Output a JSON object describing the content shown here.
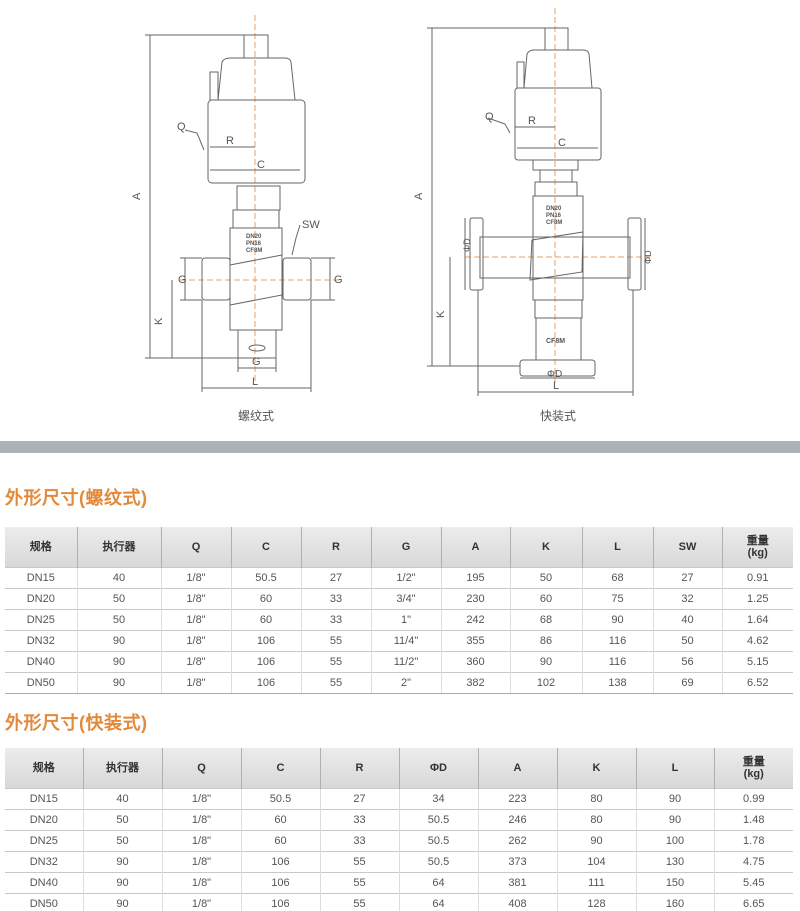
{
  "drawings": {
    "threaded": {
      "caption": "螺纹式",
      "labels": {
        "A": "A",
        "K": "K",
        "Q": "Q",
        "R": "R",
        "C": "C",
        "SW": "SW",
        "G_left": "G",
        "G_right": "G",
        "G_bottom": "G",
        "L": "L",
        "marking": [
          "DN20",
          "PN16",
          "CF8M"
        ]
      }
    },
    "clamp": {
      "caption": "快装式",
      "labels": {
        "A": "A",
        "K": "K",
        "Q": "Q",
        "R": "R",
        "C": "C",
        "D_left": "ΦD",
        "D_right": "ΦD",
        "D_bottom": "ΦD",
        "L": "L",
        "marking": [
          "DN20",
          "PN16",
          "CF8M"
        ],
        "marking_bottom": "CF8M"
      }
    }
  },
  "tables": {
    "threaded": {
      "title": "外形尺寸(螺纹式)",
      "headers": [
        "规格",
        "执行器",
        "Q",
        "C",
        "R",
        "G",
        "A",
        "K",
        "L",
        "SW",
        "重量\n(kg)"
      ],
      "rows": [
        [
          "DN15",
          "40",
          "1/8\"",
          "50.5",
          "27",
          "1/2\"",
          "195",
          "50",
          "68",
          "27",
          "0.91"
        ],
        [
          "DN20",
          "50",
          "1/8\"",
          "60",
          "33",
          "3/4\"",
          "230",
          "60",
          "75",
          "32",
          "1.25"
        ],
        [
          "DN25",
          "50",
          "1/8\"",
          "60",
          "33",
          "1\"",
          "242",
          "68",
          "90",
          "40",
          "1.64"
        ],
        [
          "DN32",
          "90",
          "1/8\"",
          "106",
          "55",
          "11/4\"",
          "355",
          "86",
          "116",
          "50",
          "4.62"
        ],
        [
          "DN40",
          "90",
          "1/8\"",
          "106",
          "55",
          "11/2\"",
          "360",
          "90",
          "116",
          "56",
          "5.15"
        ],
        [
          "DN50",
          "90",
          "1/8\"",
          "106",
          "55",
          "2\"",
          "382",
          "102",
          "138",
          "69",
          "6.52"
        ]
      ]
    },
    "clamp": {
      "title": "外形尺寸(快装式)",
      "headers": [
        "规格",
        "执行器",
        "Q",
        "C",
        "R",
        "ΦD",
        "A",
        "K",
        "L",
        "重量\n(kg)"
      ],
      "rows": [
        [
          "DN15",
          "40",
          "1/8\"",
          "50.5",
          "27",
          "34",
          "223",
          "80",
          "90",
          "0.99"
        ],
        [
          "DN20",
          "50",
          "1/8\"",
          "60",
          "33",
          "50.5",
          "246",
          "80",
          "90",
          "1.48"
        ],
        [
          "DN25",
          "50",
          "1/8\"",
          "60",
          "33",
          "50.5",
          "262",
          "90",
          "100",
          "1.78"
        ],
        [
          "DN32",
          "90",
          "1/8\"",
          "106",
          "55",
          "50.5",
          "373",
          "104",
          "130",
          "4.75"
        ],
        [
          "DN40",
          "90",
          "1/8\"",
          "106",
          "55",
          "64",
          "381",
          "111",
          "150",
          "5.45"
        ],
        [
          "DN50",
          "90",
          "1/8\"",
          "106",
          "55",
          "64",
          "408",
          "128",
          "160",
          "6.65"
        ]
      ]
    }
  },
  "colors": {
    "accent": "#e3893a",
    "divider": "#aeb2b6",
    "line": "#666666",
    "centerline": "#e8a060"
  }
}
